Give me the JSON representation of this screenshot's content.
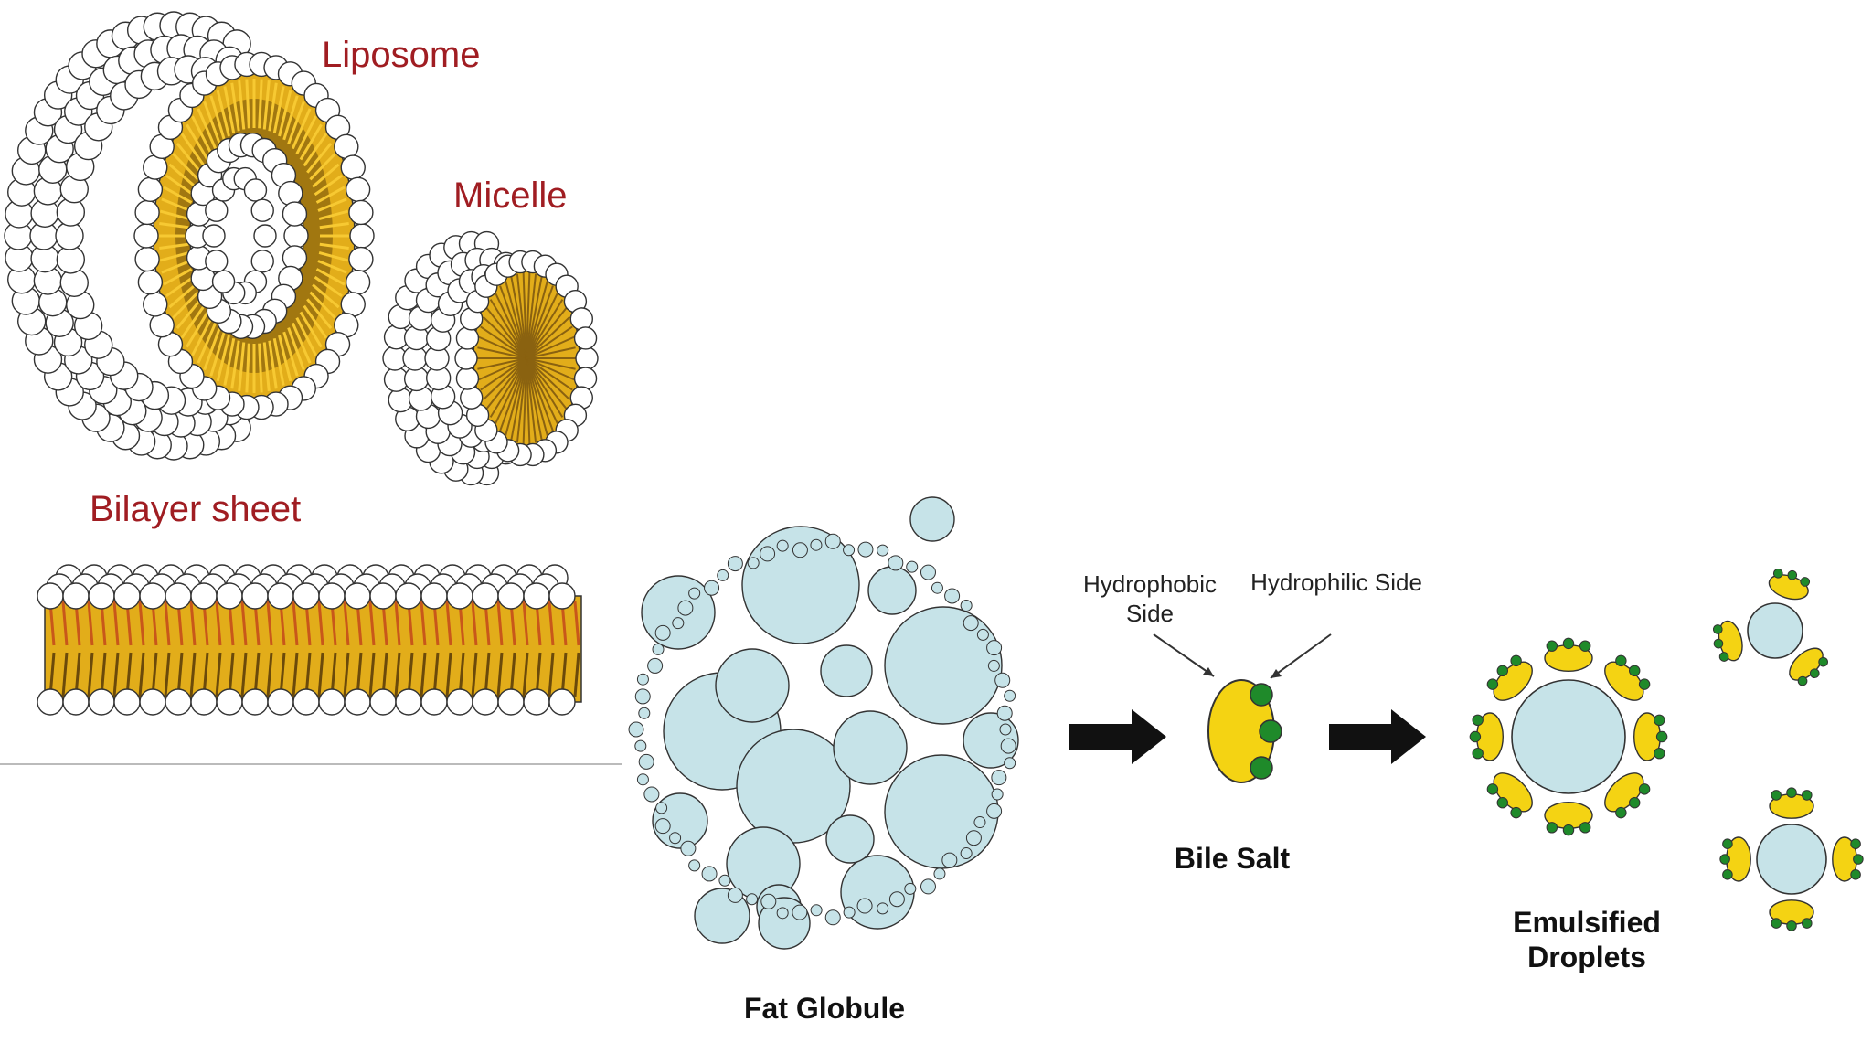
{
  "labels": {
    "liposome": "Liposome",
    "micelle": "Micelle",
    "bilayer_sheet": "Bilayer sheet",
    "fat_globule": "Fat Globule",
    "hydrophobic_line1": "Hydrophobic",
    "hydrophobic_line2": "Side",
    "hydrophilic": "Hydrophilic Side",
    "bile_salt": "Bile Salt",
    "emulsified_line1": "Emulsified",
    "emulsified_line2": "Droplets"
  },
  "colors": {
    "label_red": "#a01d22",
    "tail_gold": "#e2ad1a",
    "tail_dark": "#6b4a0a",
    "tail_orange": "#c8571a",
    "head_white": "#ffffff",
    "outline": "#333333",
    "globule_blue": "#c6e3e8",
    "bile_yellow": "#f4d313",
    "bile_green": "#1f8a2a",
    "arrow": "#111111"
  }
}
